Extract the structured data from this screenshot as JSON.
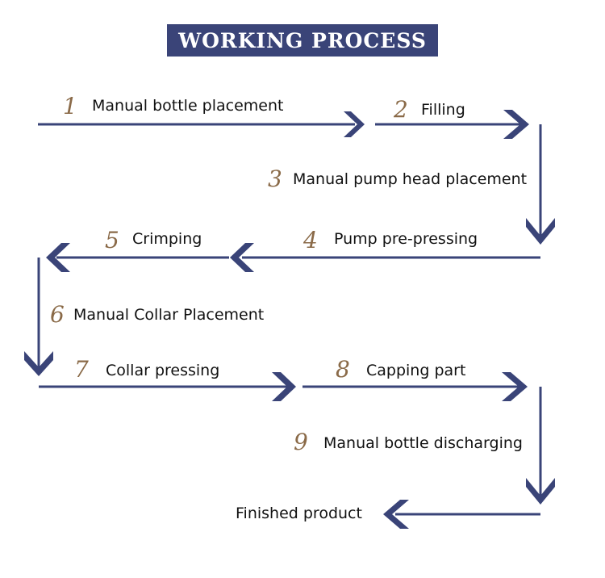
{
  "title": "WORKING PROCESS",
  "colors": {
    "arrow": "#3a4478",
    "number": "#8a6a48",
    "title_bg": "#3a4478"
  },
  "steps": [
    {
      "number": "1",
      "label": "Manual bottle placement"
    },
    {
      "number": "2",
      "label": "Filling"
    },
    {
      "number": "3",
      "label": "Manual pump head placement"
    },
    {
      "number": "4",
      "label": "Pump pre-pressing"
    },
    {
      "number": "5",
      "label": "Crimping"
    },
    {
      "number": "6",
      "label": "Manual Collar Placement"
    },
    {
      "number": "7",
      "label": "Collar pressing"
    },
    {
      "number": "8",
      "label": "Capping part"
    },
    {
      "number": "9",
      "label": "Manual bottle discharging"
    }
  ],
  "final": {
    "label": "Finished product"
  }
}
